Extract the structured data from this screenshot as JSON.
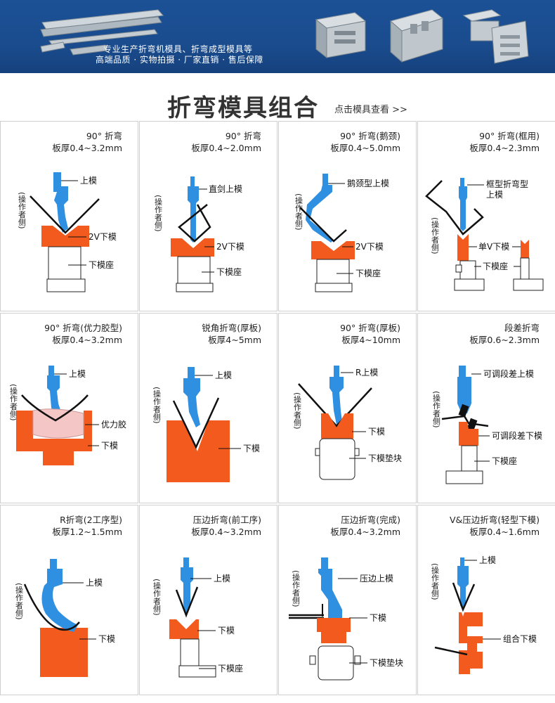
{
  "header": {
    "line1": "专业生产折弯机模具、折弯成型模具等",
    "line2": "高端品质 · 实物拍摄 · 厂家直销 · 售后保障"
  },
  "section": {
    "title": "折弯模具组合",
    "link": "点击模具查看 >>"
  },
  "cells": [
    {
      "title": "90° 折弯",
      "thickness": "板厚0.4~3.2mm",
      "side": "(操作者侧)",
      "labels": [
        "上模",
        "2V下模",
        "下模座"
      ]
    },
    {
      "title": "90° 折弯",
      "thickness": "板厚0.4~2.0mm",
      "side": "(操作者侧)",
      "labels": [
        "直剑上模",
        "2V下模",
        "下模座"
      ]
    },
    {
      "title": "90° 折弯(鹅颈)",
      "thickness": "板厚0.4~5.0mm",
      "side": "(操作者侧)",
      "labels": [
        "鹅颈型上模",
        "2V下模",
        "下模座"
      ]
    },
    {
      "title": "90° 折弯(框用)",
      "thickness": "板厚0.4~2.3mm",
      "side": "(操作者侧)",
      "labels": [
        "框型折弯型",
        "上模",
        "单V下模",
        "下模座"
      ]
    },
    {
      "title": "90° 折弯(优力胶型)",
      "thickness": "板厚0.4~3.2mm",
      "side": "(操作者侧)",
      "labels": [
        "上模",
        "优力胶",
        "下模"
      ]
    },
    {
      "title": "锐角折弯(厚板)",
      "thickness": "板厚4~5mm",
      "side": "(操作者侧)",
      "labels": [
        "上模",
        "下模"
      ]
    },
    {
      "title": "90° 折弯(厚板)",
      "thickness": "板厚4~10mm",
      "side": "(操作者侧)",
      "labels": [
        "R上模",
        "下模",
        "下模垫块"
      ]
    },
    {
      "title": "段差折弯",
      "thickness": "板厚0.6~2.3mm",
      "side": "(操作者侧)",
      "labels": [
        "可调段差上模",
        "可调段差下模",
        "下模座"
      ]
    },
    {
      "title": "R折弯(2工序型)",
      "thickness": "板厚1.2~1.5mm",
      "side": "(操作者侧)",
      "labels": [
        "上模",
        "下模"
      ]
    },
    {
      "title": "压边折弯(前工序)",
      "thickness": "板厚0.4~3.2mm",
      "side": "(操作者侧)",
      "labels": [
        "上模",
        "下模",
        "下模座"
      ]
    },
    {
      "title": "压边折弯(完成)",
      "thickness": "板厚0.4~3.2mm",
      "side": "(操作者侧)",
      "labels": [
        "压边上模",
        "下模",
        "下模垫块"
      ]
    },
    {
      "title": "V&压边折弯(轻型下模)",
      "thickness": "板厚0.4~1.6mm",
      "side": "(操作者侧)",
      "labels": [
        "上模",
        "组合下模"
      ]
    }
  ],
  "colors": {
    "banner": "#1a4c8e",
    "upper_die": "#2f8fe0",
    "lower_die": "#f25a1e",
    "urethane": "#f4c6c6",
    "outline": "#222222"
  }
}
